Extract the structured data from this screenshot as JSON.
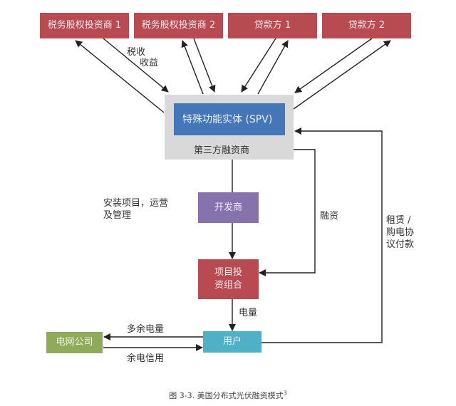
{
  "nodes": {
    "tax_investor_1": "税务股权投资商 1",
    "tax_investor_2": "税务股权投资商 2",
    "lender_1": "贷款方 1",
    "lender_2": "贷款方 2",
    "spv": "特殊功能实体 (SPV)",
    "third_party_financier": "第三方融资商",
    "developer": "开发商",
    "project_portfolio_line1": "项目投",
    "project_portfolio_line2": "资组合",
    "grid_company": "电网公司",
    "user": "用户"
  },
  "edge_labels": {
    "tax_line1": "税收",
    "tax_line2": "收益",
    "install_line1": "安装项目，运营",
    "install_line2": "及管理",
    "financing": "融资",
    "lease_line1": "租赁 /",
    "lease_line2": "购电协",
    "lease_line3": "议付款",
    "electricity": "电量",
    "surplus_power": "多余电量",
    "surplus_credit": "余电信用"
  },
  "caption": {
    "text": "图 3-3. 美国分布式光伏融资模式",
    "footnote": "3"
  },
  "colors": {
    "investor_lender": "#b84a52",
    "spv": "#4576b7",
    "financier": "#d9d9da",
    "developer": "#8673ae",
    "portfolio": "#b84a52",
    "grid": "#8fab5a",
    "user": "#4fb0c6",
    "connector": "#222222"
  }
}
